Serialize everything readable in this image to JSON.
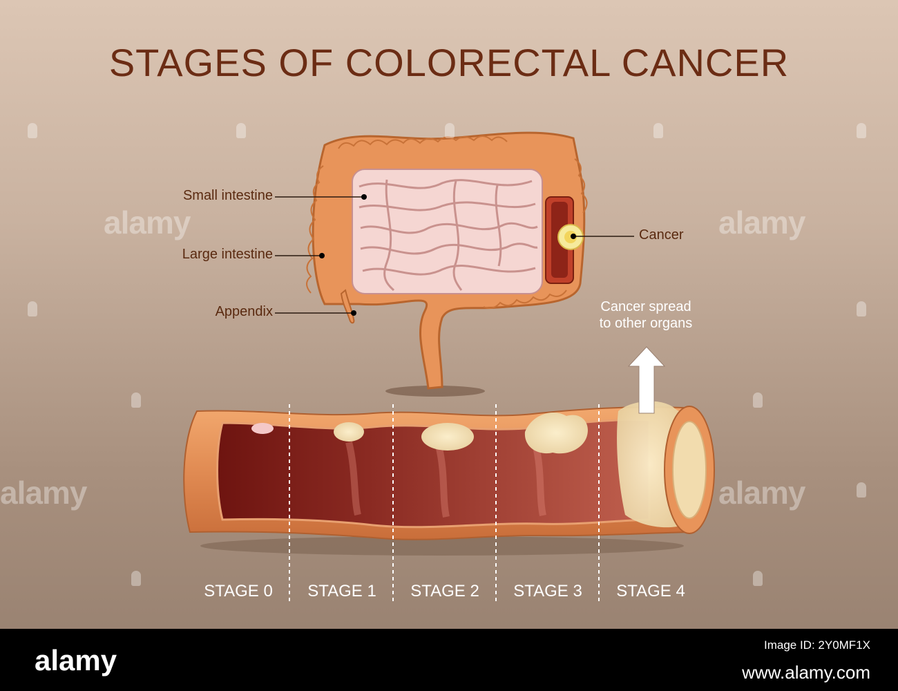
{
  "title": "STAGES OF COLORECTAL CANCER",
  "labels": {
    "small_intestine": "Small intestine",
    "large_intestine": "Large intestine",
    "appendix": "Appendix",
    "cancer": "Cancer",
    "spread_line1": "Cancer spread",
    "spread_line2": "to other organs"
  },
  "stages": [
    "STAGE 0",
    "STAGE 1",
    "STAGE 2",
    "STAGE 3",
    "STAGE 4"
  ],
  "watermark": "alamy",
  "footer": {
    "logo": "alamy",
    "image_id_line": "Image ID: 2Y0MF1X",
    "site": "www.alamy.com"
  },
  "colors": {
    "colon": "#e8945a",
    "lumen": "#9e3a2e",
    "tumor": "#f0dcb0",
    "text": "#5a2a10",
    "title": "#6b2c14"
  }
}
